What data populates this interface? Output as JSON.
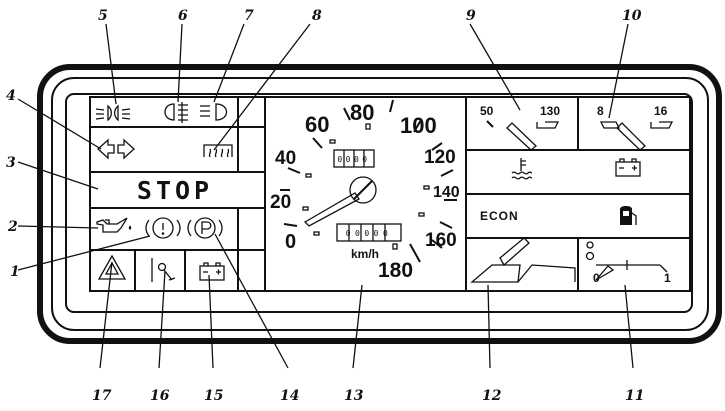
{
  "callouts": [
    "1",
    "2",
    "3",
    "4",
    "5",
    "6",
    "7",
    "8",
    "9",
    "10",
    "11",
    "12",
    "13",
    "14",
    "15",
    "16",
    "17"
  ],
  "stop_text": "STOP",
  "speedo": {
    "ticks": [
      "0",
      "20",
      "40",
      "60",
      "80",
      "100",
      "120",
      "140",
      "160",
      "180"
    ],
    "unit": "km/h",
    "trip_digits": "0000",
    "odo_digits": "00000"
  },
  "temp_gauge": {
    "min": "50",
    "max": "130"
  },
  "fuel_gauge": {
    "min": "8",
    "max": "16"
  },
  "econ_label": "ECON",
  "icon_names": [
    "sidelight-icon",
    "rear-foglight-icon",
    "high-beam-icon",
    "turn-signal-icon",
    "rear-window-heater-icon",
    "oil-pressure-icon",
    "brake-warning-icon",
    "parking-brake-icon",
    "hazard-icon",
    "choke-icon",
    "battery-icon",
    "coolant-temp-icon",
    "fuel-icon"
  ]
}
